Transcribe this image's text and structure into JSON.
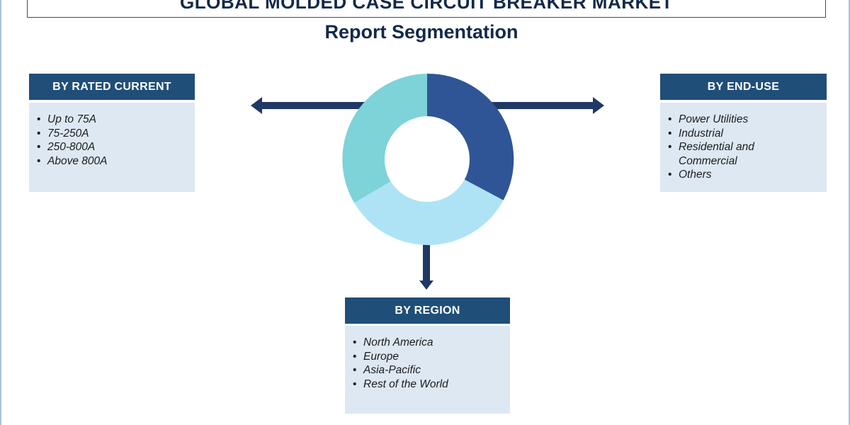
{
  "title": "GLOBAL MOLDED CASE CIRCUIT BREAKER MARKET",
  "subtitle": "Report Segmentation",
  "colors": {
    "header_bg": "#1f4e79",
    "list_bg": "#dde8f3",
    "arrow": "#1f3864",
    "ring_dark": "#2f5597",
    "ring_light": "#aee3f6",
    "ring_teal": "#7dd3d8"
  },
  "segments": {
    "rated_current": {
      "header": "BY RATED CURRENT",
      "items": [
        "Up to 75A",
        "75-250A",
        "250-800A",
        "Above 800A"
      ]
    },
    "end_use": {
      "header": "BY END-USE",
      "items": [
        "Power Utilities",
        "Industrial",
        "Residential and Commercial",
        "Others"
      ]
    },
    "region": {
      "header": "BY REGION",
      "items": [
        "North America",
        "Europe",
        "Asia-Pacific",
        "Rest of the World"
      ]
    }
  }
}
